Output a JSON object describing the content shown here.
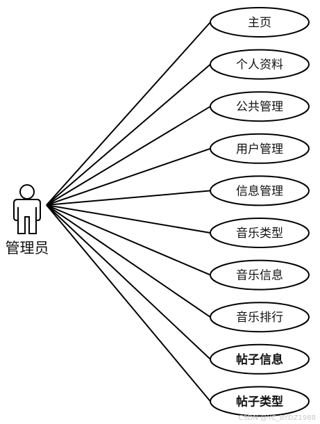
{
  "actor": {
    "label": "管理员",
    "icon": "person-icon"
  },
  "use_cases": [
    {
      "label": "主页",
      "bold": false
    },
    {
      "label": "个人资料",
      "bold": false
    },
    {
      "label": "公共管理",
      "bold": false
    },
    {
      "label": "用户管理",
      "bold": false
    },
    {
      "label": "信息管理",
      "bold": false
    },
    {
      "label": "音乐类型",
      "bold": false
    },
    {
      "label": "音乐信息",
      "bold": false
    },
    {
      "label": "音乐排行",
      "bold": false
    },
    {
      "label": "帖子信息",
      "bold": true
    },
    {
      "label": "帖子类型",
      "bold": true
    }
  ],
  "watermark": "CSDN @YC_BYDZ1988",
  "colors": {
    "stroke": "#000000",
    "text": "#111111",
    "background": "#ffffff",
    "watermark": "#c8c8c8"
  }
}
